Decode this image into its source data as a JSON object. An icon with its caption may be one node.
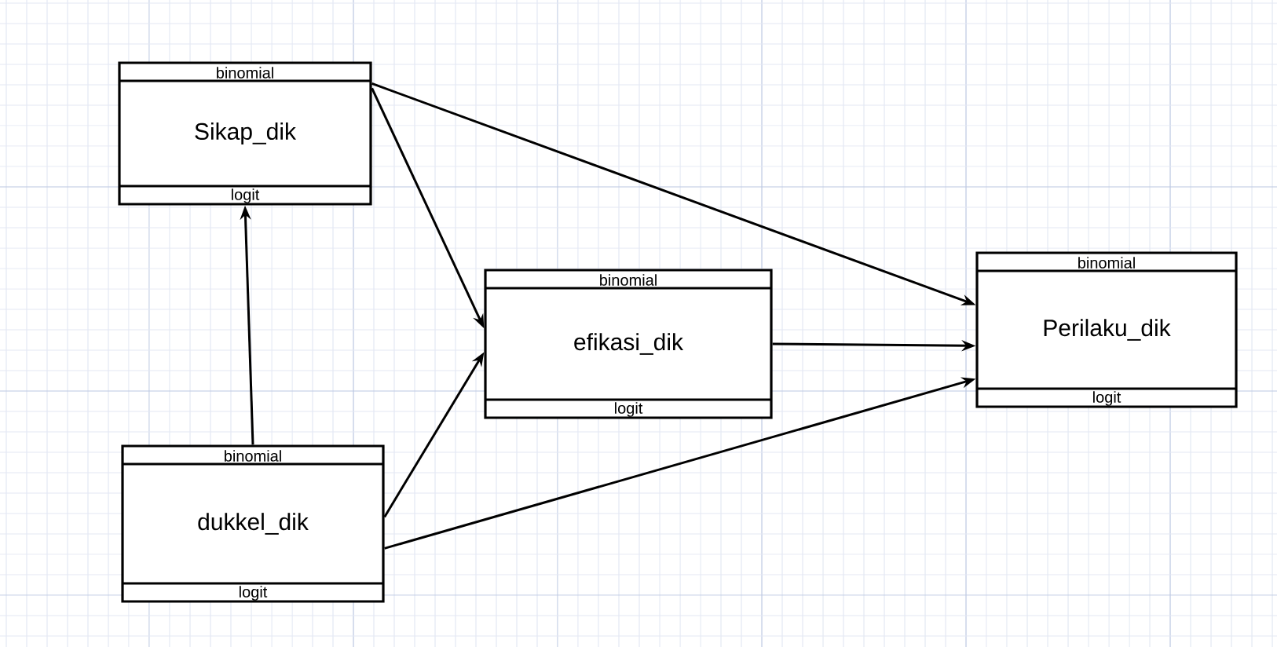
{
  "diagram": {
    "nodes": [
      {
        "text": [
          "binomial",
          "Sikap_dik",
          "logit"
        ]
      },
      {
        "text": [
          "binomial",
          "efikasi_dik",
          "logit"
        ]
      },
      {
        "text": [
          "binomial",
          "Perilaku_dik",
          "logit"
        ]
      },
      {
        "text": [
          "binomial",
          "dukkel_dik",
          "logit"
        ]
      }
    ],
    "edges": [
      {
        "from": 3,
        "to": 0,
        "arrow": "to"
      },
      {
        "from": 0,
        "to": 1,
        "arrow": "to"
      },
      {
        "from": 0,
        "to": 2,
        "arrow": "to"
      },
      {
        "from": 1,
        "to": 2,
        "arrow": "to"
      },
      {
        "from": 3,
        "to": 1,
        "arrow": "to"
      },
      {
        "from": 3,
        "to": 2,
        "arrow": "to"
      }
    ]
  }
}
